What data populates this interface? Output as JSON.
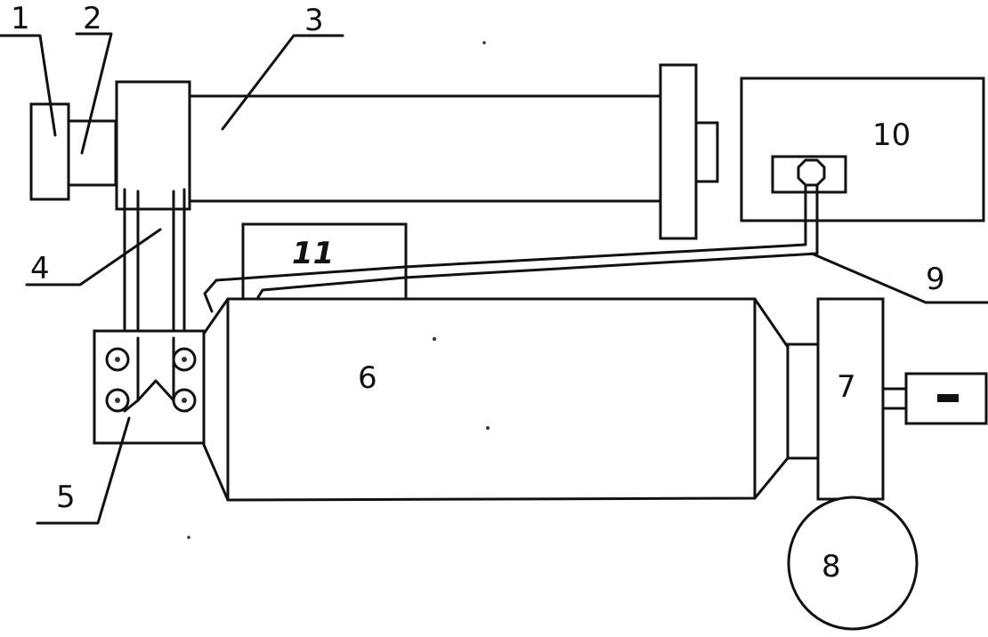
{
  "diagram": {
    "labels": {
      "l1": "1",
      "l2": "2",
      "l3": "3",
      "l4": "4",
      "l5": "5",
      "l6": "6",
      "l7": "7",
      "l8": "8",
      "l9": "9",
      "l10": "10",
      "l11": "11"
    },
    "colors": {
      "line": "#111111",
      "background": "#ffffff"
    }
  }
}
